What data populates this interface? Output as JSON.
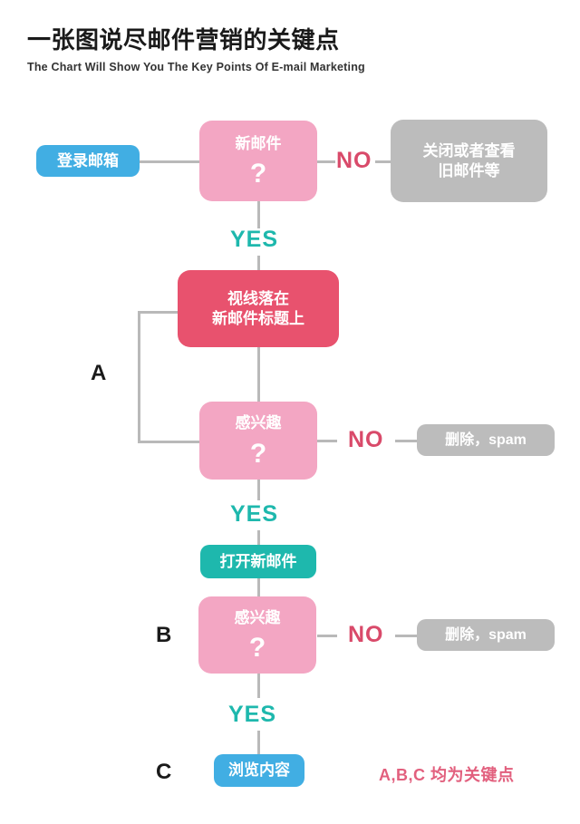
{
  "header": {
    "title": "一张图说尽邮件营销的关键点",
    "subtitle": "The Chart Will Show You The Key Points Of E-mail Marketing"
  },
  "colors": {
    "blue": "#41aee3",
    "teal": "#1eb8ad",
    "pink_light": "#f3a6c3",
    "crimson": "#e8526e",
    "gray": "#bcbcbc",
    "line": "#b9b9b9",
    "yes_text": "#1eb8ad",
    "no_text": "#d94a6a",
    "note_text": "#e2607e"
  },
  "nodes": {
    "login": "登录邮箱",
    "new_mail_q": "新邮件",
    "new_mail_mark": "?",
    "close_or_old": {
      "line1": "关闭或者查看",
      "line2": "旧邮件等"
    },
    "gaze": {
      "line1": "视线落在",
      "line2": "新邮件标题上"
    },
    "interest_a": "感兴趣",
    "interest_a_mark": "?",
    "delete_spam_a": "删除，spam",
    "open_mail": "打开新邮件",
    "interest_b": "感兴趣",
    "interest_b_mark": "?",
    "delete_spam_b": "删除，spam",
    "browse": "浏览内容"
  },
  "labels": {
    "yes_1": "YES",
    "yes_2": "YES",
    "yes_3": "YES",
    "no_1": "NO",
    "no_2": "NO",
    "no_3": "NO",
    "key_a": "A",
    "key_b": "B",
    "key_c": "C",
    "note": "A,B,C 均为关键点"
  }
}
